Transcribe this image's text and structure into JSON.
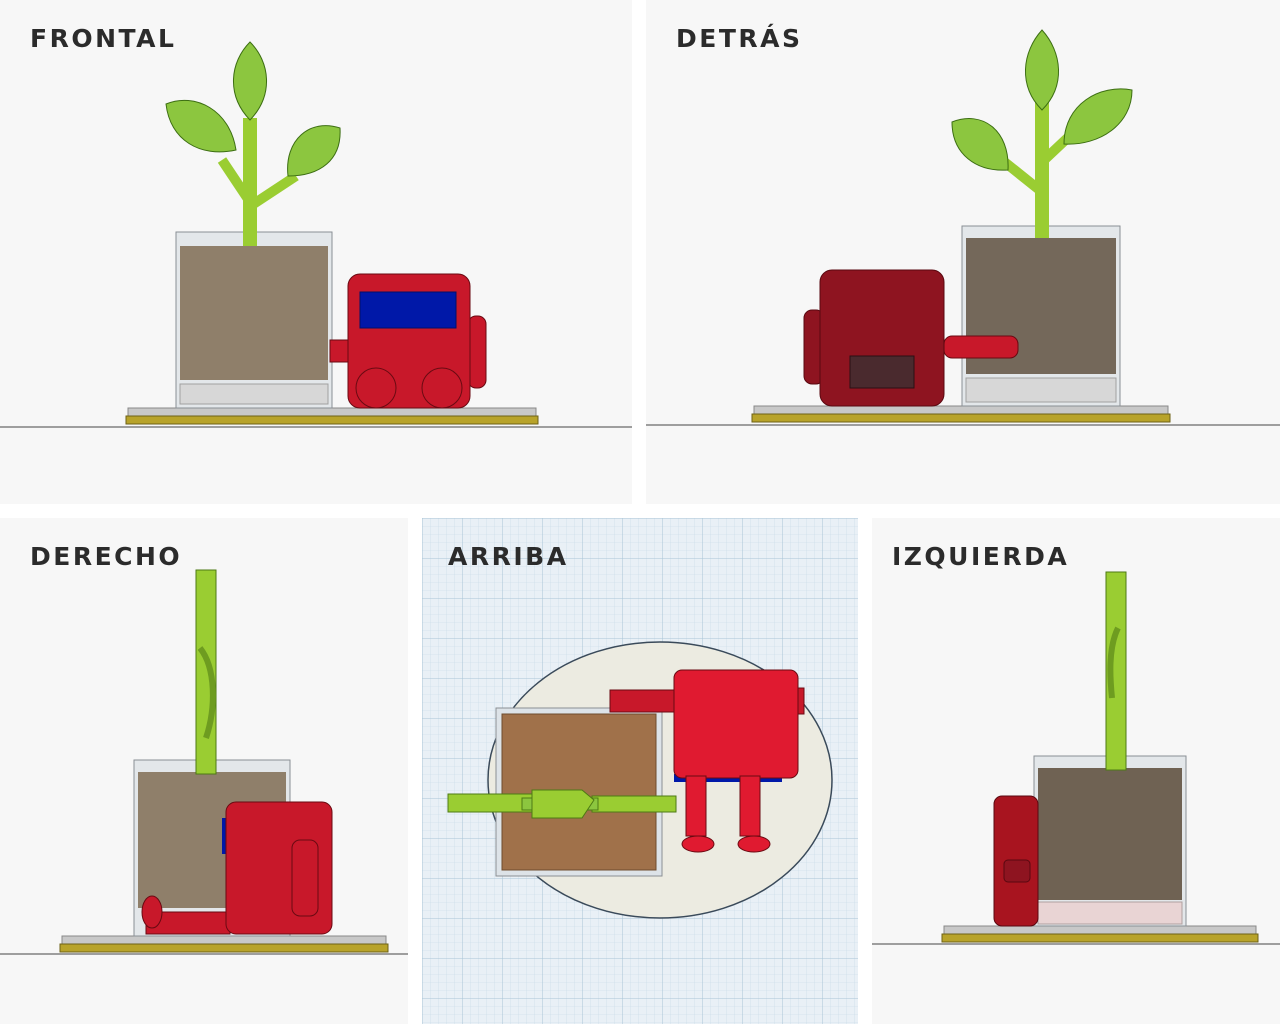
{
  "views": {
    "frontal": {
      "label": "FRONTAL"
    },
    "detras": {
      "label": "DETRÁS"
    },
    "derecho": {
      "label": "DERECHO"
    },
    "arriba": {
      "label": "ARRIBA"
    },
    "izquierda": {
      "label": "IZQUIERDA"
    }
  },
  "colors": {
    "leaf": "#8cc63f",
    "stem": "#9acd32",
    "robot_red": "#c8182a",
    "robot_dark_red": "#8e1420",
    "screen_blue": "#0018a8",
    "soil": "#8f7f6a",
    "soil_dark": "#74685a",
    "soil_top": "#a0714a",
    "base_gold": "#b8a32a",
    "base_grey": "#c9c9c9",
    "grid": "#c6d9e6"
  }
}
